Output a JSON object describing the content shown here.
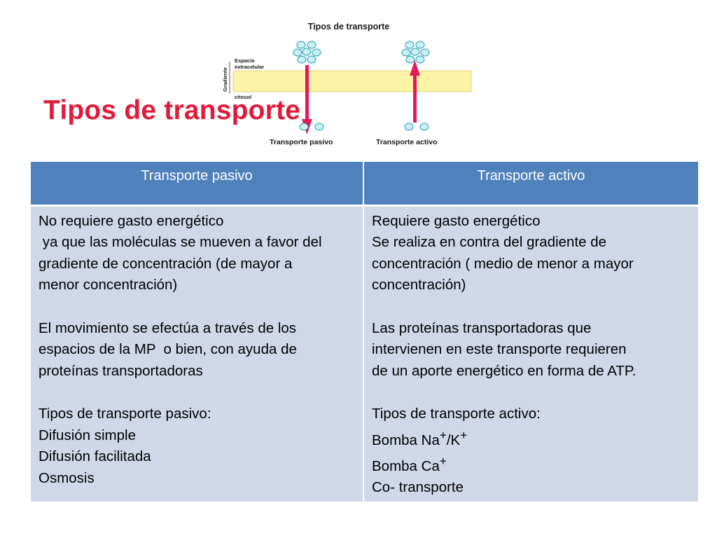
{
  "slide": {
    "title": "Tipos de transporte"
  },
  "diagram": {
    "title": "Tipos de transporte",
    "label_extracelular_1": "Espacio",
    "label_extracelular_2": "extracelular",
    "label_gradiente": "Gradiente",
    "label_citosol": "citosol",
    "label_pasivo": "Transporte pasivo",
    "label_activo": "Transporte activo",
    "colors": {
      "membrane": "#fdf3a6",
      "molecule": "#c9f2f6",
      "molecule_stroke": "#2a9cb4",
      "arrow": "#e5185a"
    }
  },
  "table": {
    "headers": [
      "Transporte pasivo",
      "Transporte activo"
    ],
    "pasivo": {
      "p1": [
        "No requiere gasto energético",
        " ya que las moléculas se mueven a favor del",
        "gradiente de concentración (de mayor a",
        "menor concentración)"
      ],
      "p2": [
        "El movimiento se efectúa a través de los",
        "espacios de la MP  o bien, con ayuda de",
        "proteínas transportadoras"
      ],
      "p3": [
        "Tipos de transporte pasivo:",
        "Difusión simple",
        "Difusión facilitada",
        "Osmosis"
      ]
    },
    "activo": {
      "p1": [
        "Requiere gasto energético",
        "Se realiza en contra del gradiente de",
        "concentración ( medio de menor a mayor",
        "concentración)"
      ],
      "p2": [
        "Las proteínas transportadoras que",
        "intervienen en este transporte requieren",
        "de un aporte energético en forma de ATP."
      ],
      "p3_title": "Tipos de transporte activo:",
      "bomba1_a": "Bomba Na",
      "bomba1_sup1": "+",
      "bomba1_b": "/K",
      "bomba1_sup2": "+",
      "bomba2_a": "Bomba Ca",
      "bomba2_sup": "+",
      "cotransporte": "Co- transporte"
    },
    "colors": {
      "header_bg": "#4f81bd",
      "cell_bg": "#d0d8e8",
      "title": "#e21a3b"
    }
  }
}
